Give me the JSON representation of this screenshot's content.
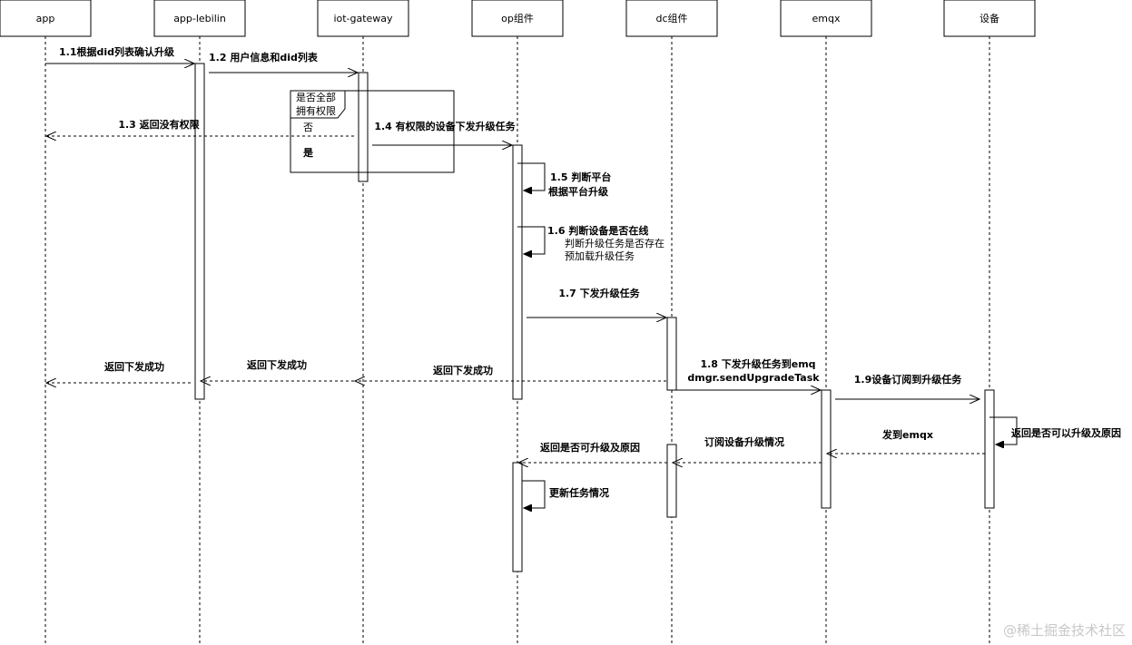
{
  "actors": [
    {
      "id": "app",
      "label": "app"
    },
    {
      "id": "lebilin",
      "label": "app-lebilin"
    },
    {
      "id": "gateway",
      "label": "iot-gateway"
    },
    {
      "id": "op",
      "label": "op组件"
    },
    {
      "id": "dc",
      "label": "dc组件"
    },
    {
      "id": "emqx",
      "label": "emqx"
    },
    {
      "id": "device",
      "label": "设备"
    }
  ],
  "messages": {
    "m1_1": "1.1根据did列表确认升级",
    "m1_2": "1.2 用户信息和did列表",
    "m1_3": "1.3 返回没有权限",
    "m1_4": "1.4 有权限的设备下发升级任务",
    "m1_5_line1": "1.5 判断平台",
    "m1_5_line2": "根据平台升级",
    "m1_6_line1": "1.6 判断设备是否在线",
    "m1_6_line2": "判断升级任务是否存在",
    "m1_6_line3": "预加载升级任务",
    "m1_7": "1.7 下发升级任务",
    "m1_8_line1": "1.8 下发升级任务到emq",
    "m1_8_line2": "dmgr.sendUpgradeTask",
    "m1_9": "1.9设备订阅到升级任务",
    "ret_app": "返回下发成功",
    "ret_lebilin": "返回下发成功",
    "ret_gateway": "返回下发成功",
    "device_self": "返回是否可以升级及原因",
    "to_emqx": "发到emqx",
    "emqx_to_dc": "订阅设备升级情况",
    "dc_to_op": "返回是否可升级及原因",
    "op_self_update": "更新任务情况"
  },
  "frame": {
    "title_line1": "是否全部",
    "title_line2": "拥有权限",
    "branch_no": "否",
    "branch_yes": "是"
  },
  "watermark": "@稀土掘金技术社区"
}
